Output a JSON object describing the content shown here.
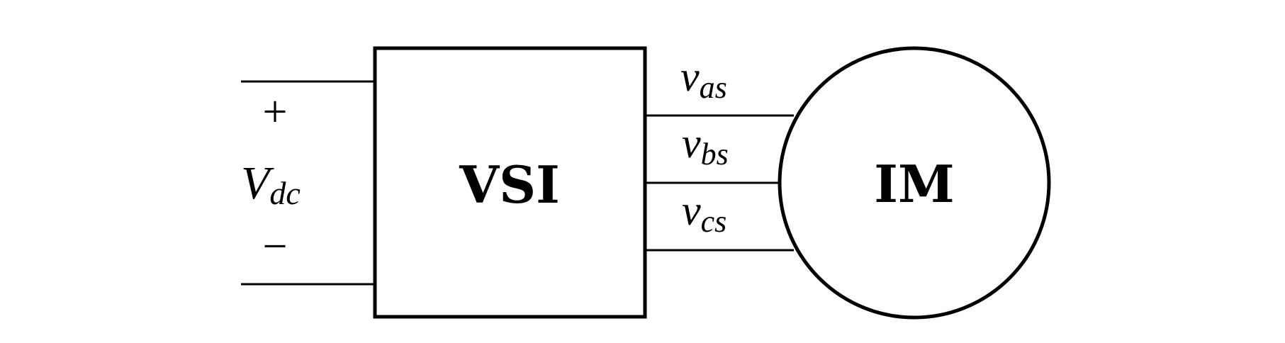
{
  "diagram": {
    "dc_source": {
      "plus_sign": "+",
      "minus_sign": "−",
      "label_main": "V",
      "label_sub": "dc"
    },
    "inverter": {
      "label": "VSI"
    },
    "motor": {
      "label": "IM"
    },
    "phase_voltages": [
      {
        "main": "v",
        "sub": "as"
      },
      {
        "main": "v",
        "sub": "bs"
      },
      {
        "main": "v",
        "sub": "cs"
      }
    ]
  }
}
